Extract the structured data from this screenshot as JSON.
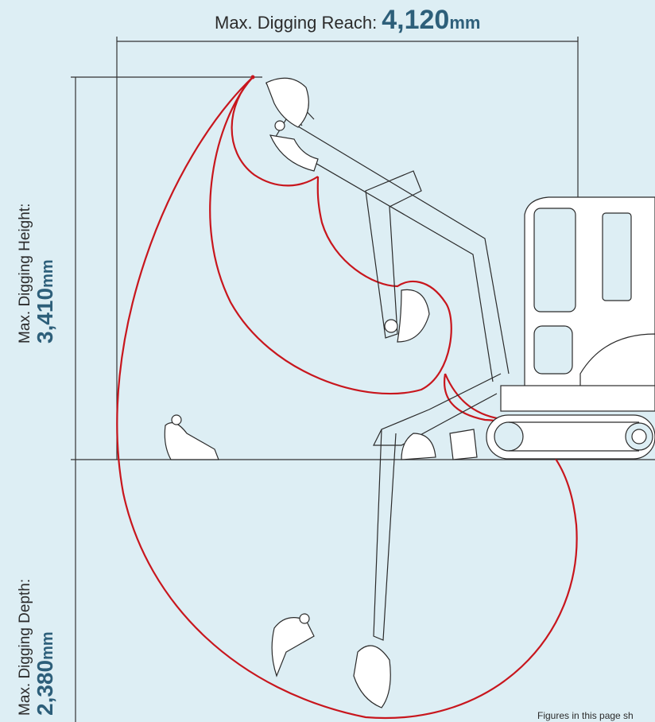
{
  "reach": {
    "label": "Max. Digging Reach:",
    "value": "4,120",
    "unit": "mm"
  },
  "height": {
    "label": "Max. Digging Height:",
    "value": "3,410",
    "unit": "mm"
  },
  "depth": {
    "label": "Max. Digging Depth:",
    "value": "2,380",
    "unit": "mm"
  },
  "footnote": "Figures in this page sh",
  "colors": {
    "background": "#ddeef4",
    "curve": "#c8161d",
    "line": "#2b2b2b",
    "accent_text": "#2d5f7a"
  }
}
